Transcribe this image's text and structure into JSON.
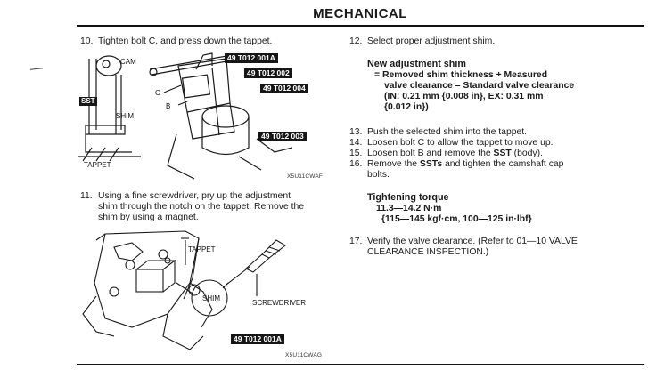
{
  "header": {
    "title": "MECHANICAL"
  },
  "step10": {
    "number": "10.",
    "text": "Tighten bolt C, and press down the tappet."
  },
  "fig1": {
    "labels": {
      "cam": "CAM",
      "sst": "SST",
      "shim": "SHIM",
      "tappet": "TAPPET",
      "c": "C",
      "b": "B"
    },
    "tags": [
      "49 T012 001A",
      "49 T012 002",
      "49 T012 004",
      "49 T012 003"
    ],
    "code": "X5U11CWAF"
  },
  "step11": {
    "number": "11.",
    "line1": "Using a fine screwdriver, pry up the adjustment",
    "line2": "shim through the notch on the tappet. Remove the",
    "line3": "shim by using a magnet."
  },
  "fig2": {
    "labels": {
      "tappet": "TAPPET",
      "shim": "SHIM",
      "screwdriver": "SCREWDRIVER"
    },
    "tag": "49 T012 001A",
    "code": "X5U11CWAG"
  },
  "step12": {
    "number": "12.",
    "text": "Select proper adjustment shim."
  },
  "new_shim": {
    "heading": "New adjustment shim",
    "line1": "= Removed shim thickness + Measured",
    "line2": "valve clearance – Standard valve clearance",
    "line3": "(IN: 0.21 mm {0.008 in}, EX: 0.31 mm",
    "line4": "{0.012 in})"
  },
  "steps13_16": [
    {
      "number": "13.",
      "text": "Push the selected shim into the tappet."
    },
    {
      "number": "14.",
      "text": "Loosen bolt C to allow the tappet to move up."
    },
    {
      "number": "15.",
      "text_before": "Loosen bolt B and remove the ",
      "text_bold": "SST",
      "text_after": " (body)."
    },
    {
      "number": "16.",
      "text_before": "Remove the ",
      "text_bold": "SSTs",
      "text_after": " and tighten the camshaft cap",
      "line2": "bolts."
    }
  ],
  "torque": {
    "heading": "Tightening torque",
    "line1": "11.3—14.2 N·m",
    "line2": "{115—145 kgf·cm, 100—125 in·lbf}"
  },
  "step17": {
    "number": "17.",
    "line1": "Verify the valve clearance. (Refer to 01—10 VALVE",
    "line2": "CLEARANCE INSPECTION.)"
  }
}
